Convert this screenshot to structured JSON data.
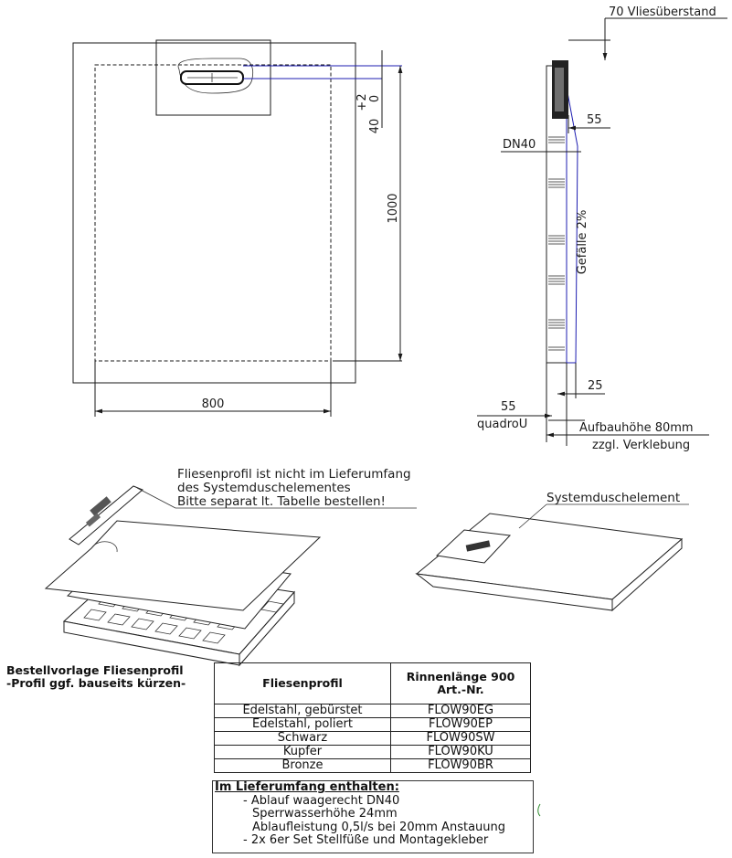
{
  "drawing": {
    "top_view": {
      "dim_width": "800",
      "dim_length": "1000",
      "dim_tol_plus": "+2",
      "dim_tol_zero": "0",
      "dim_tol_40": "40"
    },
    "side_view": {
      "dim_overhang": "70 Vliesüberstand",
      "dim_55_right": "55",
      "dim_dn40": "DN40",
      "dim_slope": "Gefälle 2%",
      "dim_25": "25",
      "dim_55_left": "55",
      "dim_quadro": "quadroU",
      "dim_height": "Aufbauhöhe 80mm",
      "dim_glue": "zzgl. Verklebung"
    },
    "iso_notes": {
      "profile_note_line1": "Fliesenprofil ist nicht im Lieferumfang",
      "profile_note_line2": "des Systemduschelementes",
      "profile_note_line3": "Bitte separat lt. Tabelle bestellen!",
      "system_element": "Systemduschelement"
    }
  },
  "order_template": {
    "title_line1": "Bestellvorlage Fliesenprofil",
    "title_line2": "-Profil ggf. bauseits kürzen-",
    "headers": {
      "col1": "Fliesenprofil",
      "col2_line1": "Rinnenlänge 900",
      "col2_line2": "Art.-Nr."
    },
    "rows": [
      {
        "material": "Edelstahl, gebürstet",
        "art_nr": "FLOW90EG"
      },
      {
        "material": "Edelstahl, poliert",
        "art_nr": "FLOW90EP"
      },
      {
        "material": "Schwarz",
        "art_nr": "FLOW90SW"
      },
      {
        "material": "Kupfer",
        "art_nr": "FLOW90KU"
      },
      {
        "material": "Bronze",
        "art_nr": "FLOW90BR"
      }
    ]
  },
  "scope_of_delivery": {
    "title": "Im Lieferumfang enthalten:",
    "items": [
      "- Ablauf waagerecht DN40",
      "Sperrwasserhöhe 24mm",
      "Ablaufleistung 0,5l/s bei 20mm Anstauung",
      "- 2x 6er Set Stellfüße und Montagekleber"
    ]
  }
}
